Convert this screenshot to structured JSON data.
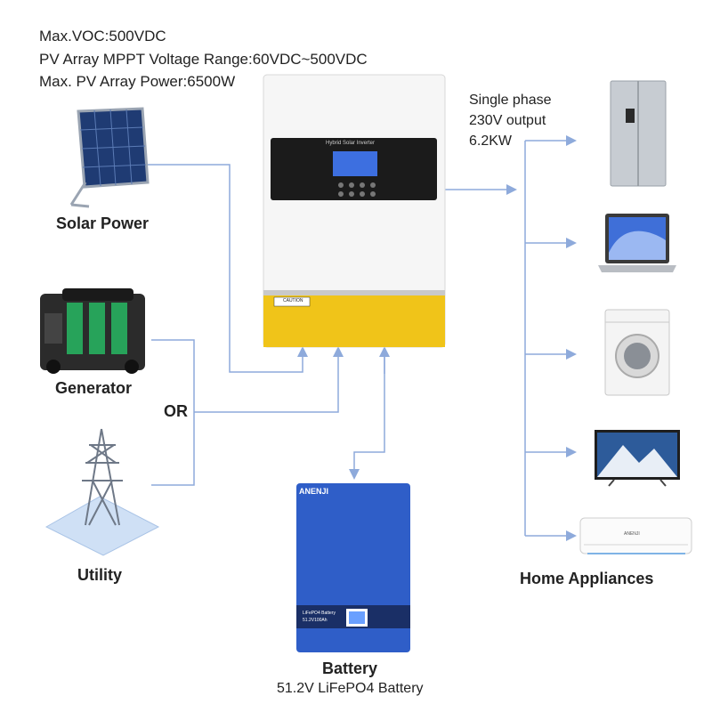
{
  "specs": {
    "line1": "Max.VOC:500VDC",
    "line2": "PV Array MPPT Voltage Range:60VDC~500VDC",
    "line3": "Max. PV Array Power:6500W"
  },
  "sources": {
    "solar": "Solar Power",
    "generator": "Generator",
    "or": "OR",
    "utility": "Utility"
  },
  "output": {
    "line1": "Single phase",
    "line2": "230V output",
    "line3": "6.2KW"
  },
  "inverter": {
    "panel_title": "Hybrid Solar Inverter",
    "caution": "CAUTION"
  },
  "battery": {
    "brand": "ANENJI",
    "screen_line1": "LiFePO4 Battery",
    "screen_line2": "51.2V100Ah",
    "title": "Battery",
    "subtitle": "51.2V LiFePO4 Battery"
  },
  "appliances": {
    "title": "Home Appliances",
    "ac_brand": "ANENJI"
  },
  "colors": {
    "line": "#8eaadb",
    "inverter_yellow": "#f0c419",
    "battery_blue": "#2f5ec8"
  }
}
